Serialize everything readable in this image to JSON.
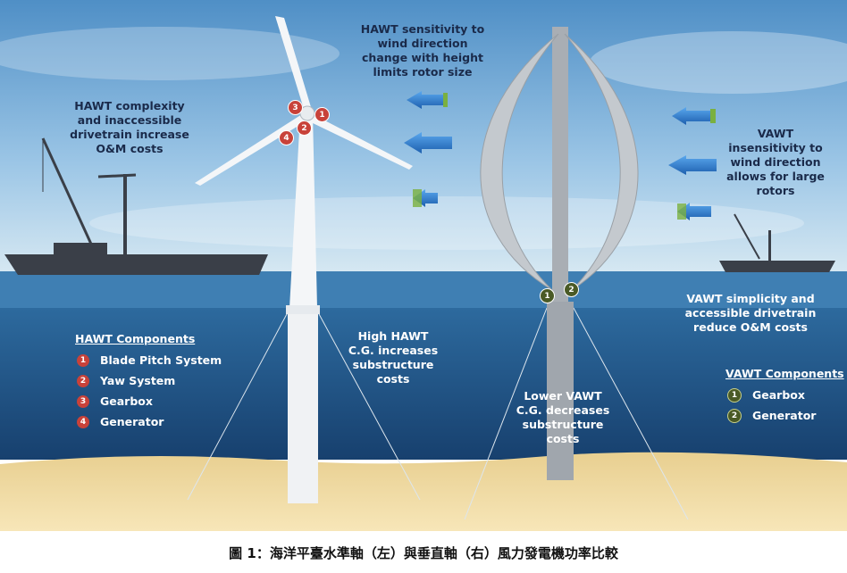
{
  "labels": {
    "hawt_complexity": "HAWT complexity and inaccessible drivetrain increase O&M costs",
    "hawt_sensitivity": "HAWT sensitivity to wind direction change with height limits rotor size",
    "vawt_insensitivity": "VAWT insensitivity to wind direction allows for large rotors",
    "vawt_simplicity": "VAWT simplicity and accessible drivetrain reduce O&M costs",
    "high_hawt_cg": "High HAWT C.G. increases substructure costs",
    "lower_vawt_cg": "Lower VAWT C.G. decreases substructure costs"
  },
  "hawt_components": {
    "title": "HAWT Components",
    "items": [
      {
        "num": "1",
        "label": "Blade Pitch System"
      },
      {
        "num": "2",
        "label": "Yaw System"
      },
      {
        "num": "3",
        "label": "Gearbox"
      },
      {
        "num": "4",
        "label": "Generator"
      }
    ]
  },
  "vawt_components": {
    "title": "VAWT Components",
    "items": [
      {
        "num": "1",
        "label": "Gearbox"
      },
      {
        "num": "2",
        "label": "Generator"
      }
    ]
  },
  "caption": "圖 1：海洋平臺水準軸（左）與垂直軸（右）風力發電機功率比較",
  "colors": {
    "sky": "#7fb3da",
    "deep_sea": "#1d4a7c",
    "sand": "#f0d9a0",
    "badge_red": "#c8423a",
    "badge_green": "#4a5a26",
    "arrow": "#2f7fd0"
  }
}
